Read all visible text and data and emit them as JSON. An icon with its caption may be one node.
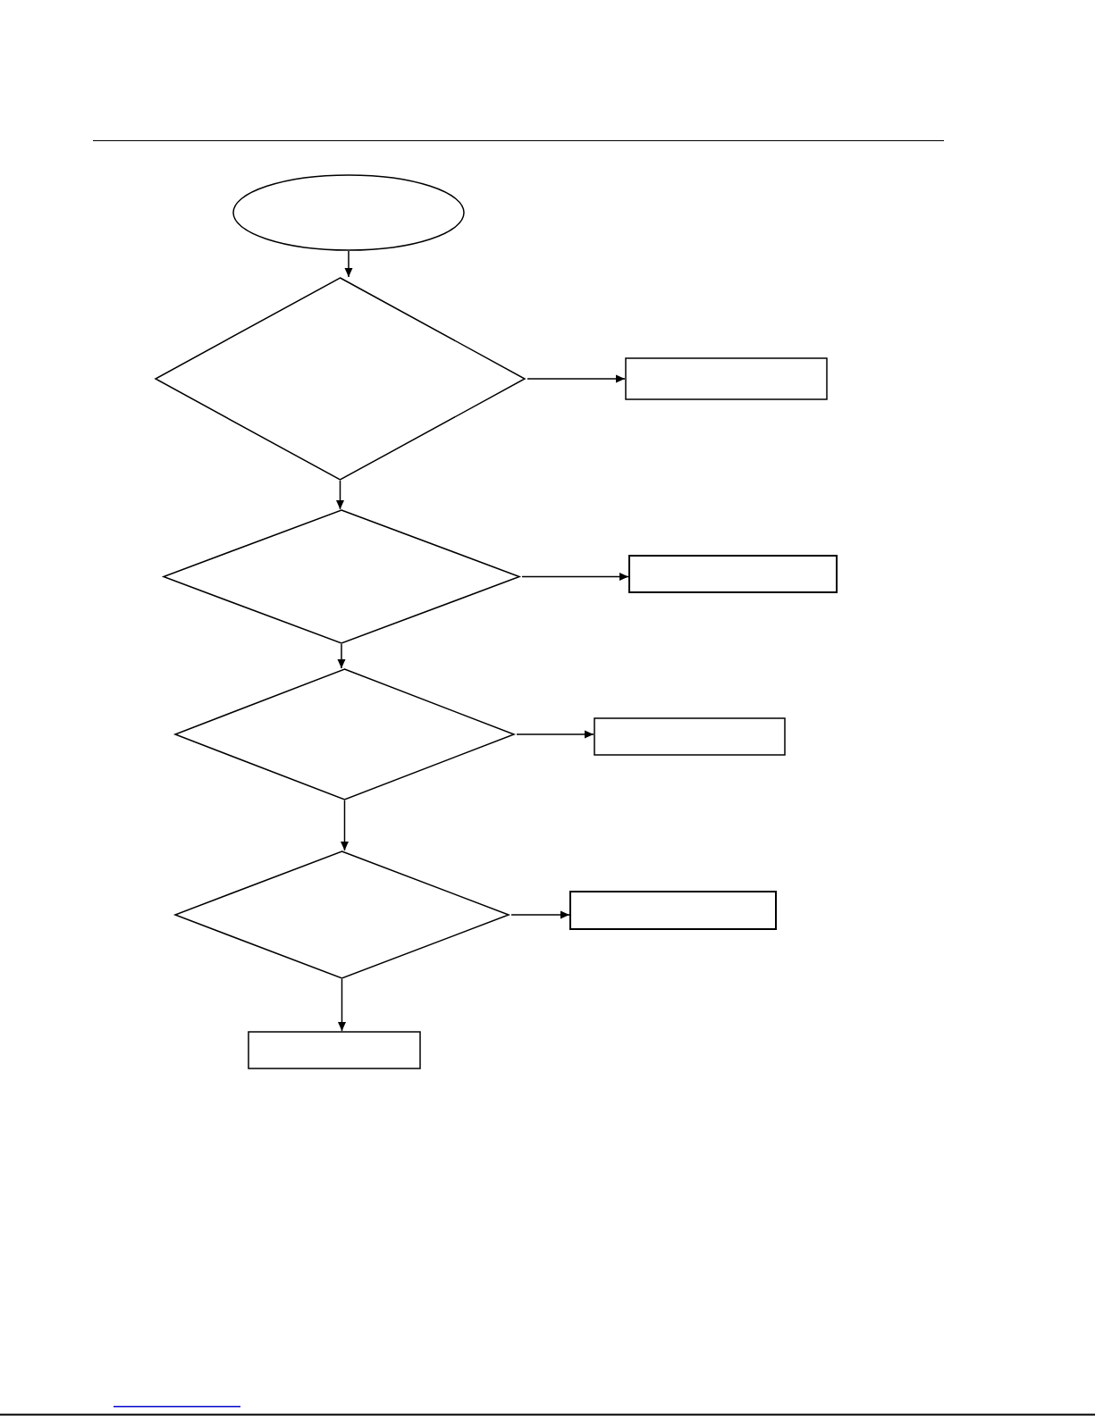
{
  "diagram": {
    "nodes": [
      {
        "text": [],
        "shape": "ellipse"
      },
      {
        "text": [],
        "shape": "diamond"
      },
      {
        "text": [],
        "shape": "box"
      },
      {
        "text": [],
        "shape": "diamond"
      },
      {
        "text": [],
        "shape": "box"
      },
      {
        "text": [],
        "shape": "diamond"
      },
      {
        "text": [],
        "shape": "box"
      },
      {
        "text": [],
        "shape": "diamond"
      },
      {
        "text": [],
        "shape": "box"
      },
      {
        "text": [],
        "shape": "box"
      }
    ],
    "edges": [
      {
        "from": 0,
        "to": 1,
        "arrow": "to"
      },
      {
        "from": 1,
        "to": 2,
        "arrow": "to"
      },
      {
        "from": 1,
        "to": 3,
        "arrow": "to"
      },
      {
        "from": 3,
        "to": 4,
        "arrow": "to"
      },
      {
        "from": 3,
        "to": 5,
        "arrow": "to"
      },
      {
        "from": 5,
        "to": 6,
        "arrow": "to"
      },
      {
        "from": 5,
        "to": 7,
        "arrow": "to"
      },
      {
        "from": 7,
        "to": 8,
        "arrow": "to"
      },
      {
        "from": 7,
        "to": 9,
        "arrow": "to"
      }
    ]
  }
}
